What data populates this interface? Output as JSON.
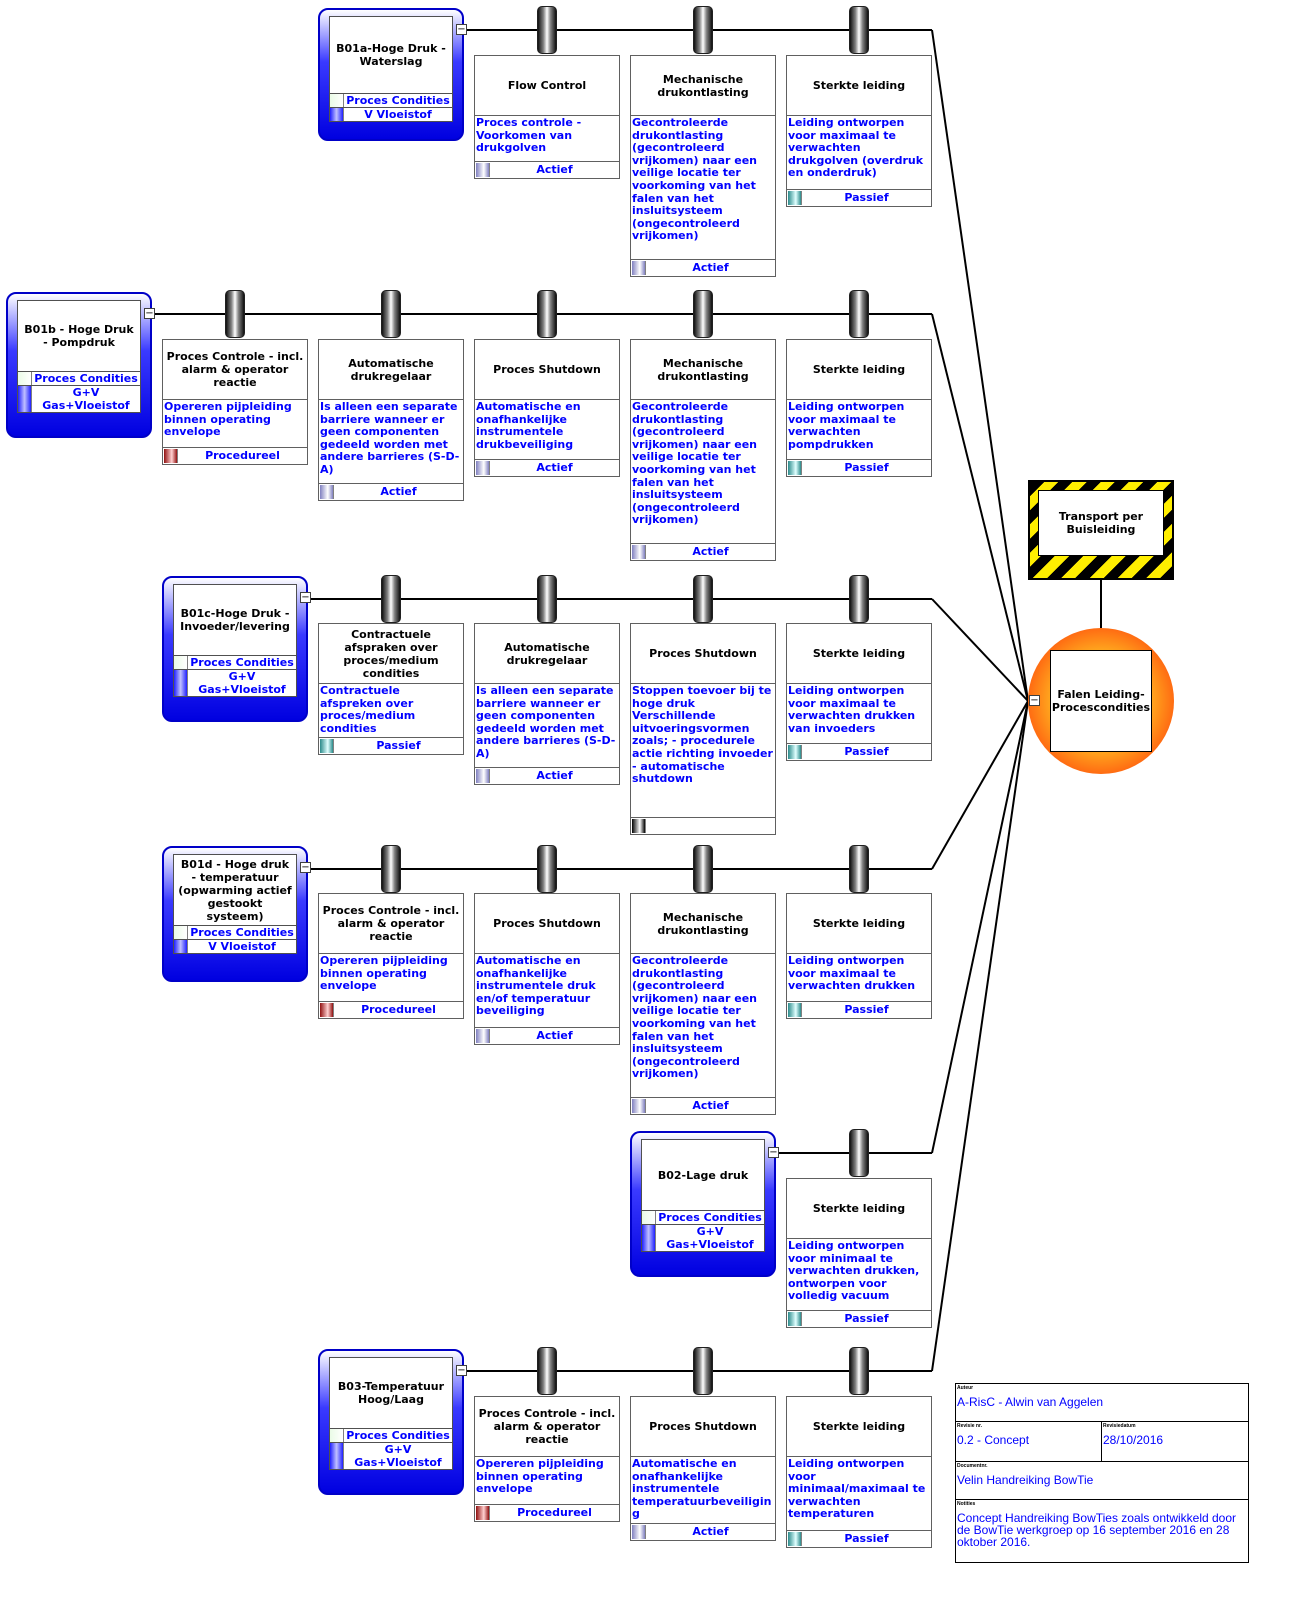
{
  "hazard": {
    "label": "Transport per Buisleiding"
  },
  "top_event": {
    "label": "Falen Leiding-Procescondities"
  },
  "threats": [
    {
      "id": "b01a",
      "title": "B01a-Hoge Druk - Waterslag",
      "category": "Proces Condities",
      "medium": "V Vloeistof",
      "barriers": [
        {
          "name": "Flow Control",
          "description": "Proces controle - Voorkomen van drukgolven",
          "type": "Actief"
        },
        {
          "name": "Mechanische drukontlasting",
          "description": "Gecontroleerde drukontlasting (gecontroleerd vrijkomen) naar een veilige locatie ter voorkoming van het falen van het insluitsysteem (ongecontroleerd vrijkomen)",
          "type": "Actief"
        },
        {
          "name": "Sterkte leiding",
          "description": "Leiding ontworpen voor maximaal te verwachten drukgolven (overdruk en onderdruk)",
          "type": "Passief"
        }
      ]
    },
    {
      "id": "b01b",
      "title": "B01b - Hoge Druk - Pompdruk",
      "category": "Proces Condities",
      "medium": "G+V Gas+Vloeistof",
      "barriers": [
        {
          "name": "Proces Controle - incl. alarm & operator reactie",
          "description": "Opereren pijpleiding binnen operating envelope",
          "type": "Procedureel"
        },
        {
          "name": "Automatische drukregelaar",
          "description": "Is alleen een separate barriere wanneer er geen componenten gedeeld worden met andere barrieres (S-D-A)",
          "type": "Actief"
        },
        {
          "name": "Proces Shutdown",
          "description": "Automatische en onafhankelijke instrumentele drukbeveiliging",
          "type": "Actief"
        },
        {
          "name": "Mechanische drukontlasting",
          "description": "Gecontroleerde drukontlasting (gecontroleerd vrijkomen) naar een veilige locatie ter voorkoming van het falen van het insluitsysteem (ongecontroleerd vrijkomen)",
          "type": "Actief"
        },
        {
          "name": "Sterkte leiding",
          "description": "Leiding ontworpen voor maximaal te verwachten pompdrukken",
          "type": "Passief"
        }
      ]
    },
    {
      "id": "b01c",
      "title": "B01c-Hoge Druk - Invoeder/levering",
      "category": "Proces Condities",
      "medium": "G+V Gas+Vloeistof",
      "barriers": [
        {
          "name": "Contractuele afspraken over proces/medium condities",
          "description": "Contractuele afspreken over proces/medium condities",
          "type": "Passief"
        },
        {
          "name": "Automatische drukregelaar",
          "description": "Is alleen een separate barriere wanneer er geen componenten gedeeld worden met andere barrieres (S-D-A)",
          "type": "Actief"
        },
        {
          "name": "Proces Shutdown",
          "description": "Stoppen toevoer bij te hoge druk Verschillende uitvoeringsvormen zoals; - procedurele actie richting invoeder - automatische shutdown",
          "type": ""
        },
        {
          "name": "Sterkte leiding",
          "description": "Leiding ontworpen voor maximaal te verwachten drukken van invoeders",
          "type": "Passief"
        }
      ]
    },
    {
      "id": "b01d",
      "title": "B01d - Hoge druk - temperatuur (opwarming actief gestookt systeem)",
      "category": "Proces Condities",
      "medium": "V Vloeistof",
      "barriers": [
        {
          "name": "Proces Controle - incl. alarm & operator reactie",
          "description": "Opereren pijpleiding binnen operating envelope",
          "type": "Procedureel"
        },
        {
          "name": "Proces Shutdown",
          "description": "Automatische en onafhankelijke instrumentele druk en/of temperatuur beveiliging",
          "type": "Actief"
        },
        {
          "name": "Mechanische drukontlasting",
          "description": "Gecontroleerde drukontlasting (gecontroleerd vrijkomen) naar een veilige locatie ter voorkoming van het falen van het insluitsysteem (ongecontroleerd vrijkomen)",
          "type": "Actief"
        },
        {
          "name": "Sterkte leiding",
          "description": "Leiding ontworpen voor maximaal te verwachten drukken",
          "type": "Passief"
        }
      ]
    },
    {
      "id": "b02",
      "title": "B02-Lage druk",
      "category": "Proces Condities",
      "medium": "G+V Gas+Vloeistof",
      "barriers": [
        {
          "name": "Sterkte leiding",
          "description": "Leiding ontworpen voor minimaal te verwachten drukken, ontworpen voor volledig vacuum",
          "type": "Passief"
        }
      ]
    },
    {
      "id": "b03",
      "title": "B03-Temperatuur Hoog/Laag",
      "category": "Proces Condities",
      "medium": "G+V Gas+Vloeistof",
      "barriers": [
        {
          "name": "Proces Controle - incl. alarm & operator reactie",
          "description": "Opereren pijpleiding binnen operating envelope",
          "type": "Procedureel"
        },
        {
          "name": "Proces Shutdown",
          "description": "Automatische en onafhankelijke instrumentele temperatuurbeveiliging",
          "type": "Actief"
        },
        {
          "name": "Sterkte leiding",
          "description": "Leiding ontworpen voor minimaal/maximaal te verwachten temperaturen",
          "type": "Passief"
        }
      ]
    }
  ],
  "title_block": {
    "auteur_label": "Auteur",
    "auteur": "A-RisC - Alwin van Aggelen",
    "revisie_label": "Revisie nr.",
    "revisie": "0.2 - Concept",
    "datum_label": "Revisiedatum",
    "datum": "28/10/2016",
    "document_label": "Documentnr.",
    "document": "Velin Handreiking BowTie",
    "notities_label": "Notities",
    "notities": "Concept Handreiking BowTies zoals ontwikkeld door de BowTie werkgroep op 16 september 2016 en 28 oktober 2016."
  }
}
